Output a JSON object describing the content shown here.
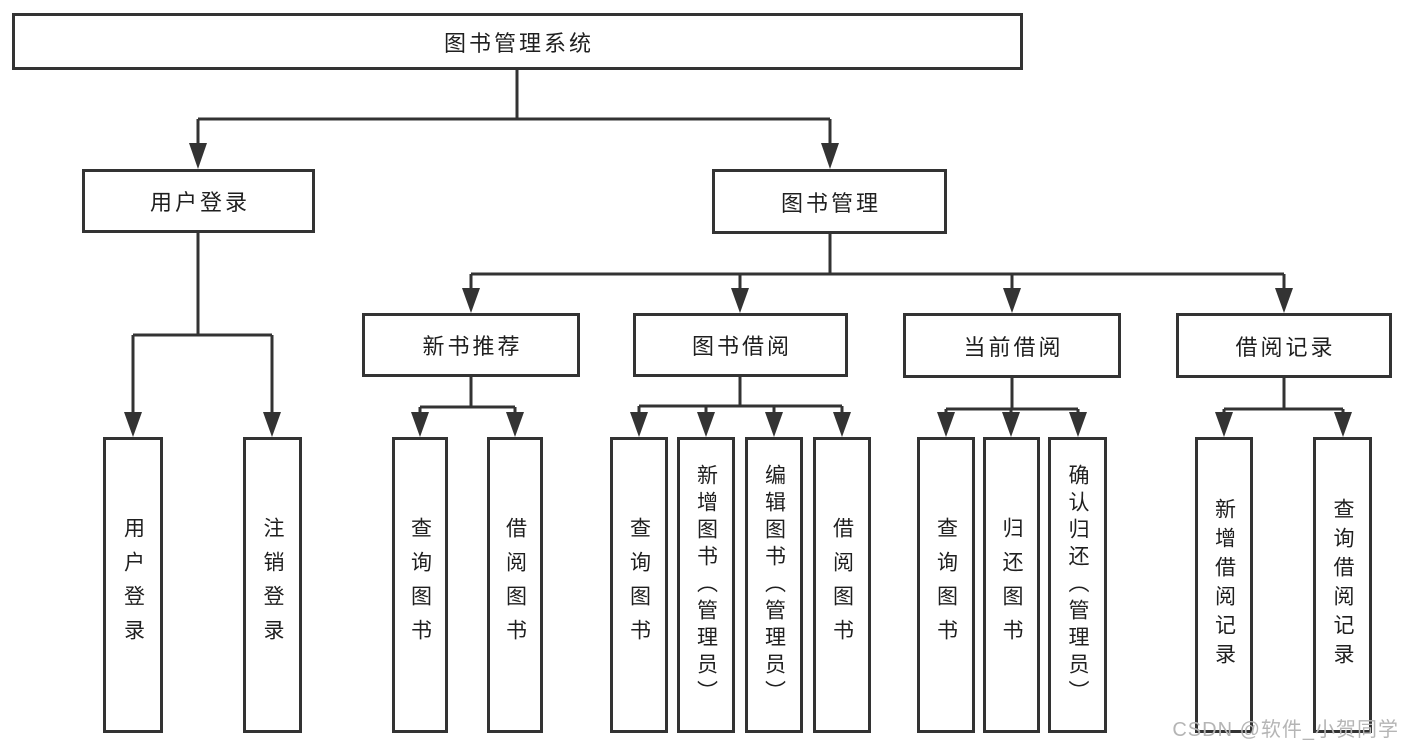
{
  "colors": {
    "background": "#ffffff",
    "line": "#333333",
    "box_border": "#333333",
    "text": "#1f1f1f",
    "watermark": "#b5b5b5"
  },
  "watermark": {
    "text": "CSDN @软件_小贺同学"
  },
  "diagram": {
    "type": "hierarchy-tree",
    "root": {
      "label": "图书管理系统",
      "children": [
        {
          "label": "用户登录",
          "children": [
            {
              "label": "用户登录"
            },
            {
              "label": "注销登录"
            }
          ]
        },
        {
          "label": "图书管理",
          "children": [
            {
              "label": "新书推荐",
              "children": [
                {
                  "label": "查询图书"
                },
                {
                  "label": "借阅图书"
                }
              ]
            },
            {
              "label": "图书借阅",
              "children": [
                {
                  "label": "查询图书"
                },
                {
                  "label": "新增图书（管理员）"
                },
                {
                  "label": "编辑图书（管理员）"
                },
                {
                  "label": "借阅图书"
                }
              ]
            },
            {
              "label": "当前借阅",
              "children": [
                {
                  "label": "查询图书"
                },
                {
                  "label": "归还图书"
                },
                {
                  "label": "确认归还（管理员）"
                }
              ]
            },
            {
              "label": "借阅记录",
              "children": [
                {
                  "label": "新增借阅记录"
                },
                {
                  "label": "查询借阅记录"
                }
              ]
            }
          ]
        }
      ]
    }
  }
}
